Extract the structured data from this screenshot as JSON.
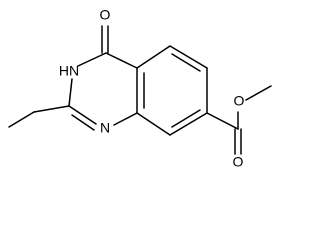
{
  "diagram": {
    "atom_labels": {
      "ketone_oxygen": "O",
      "ring_nh": "HN",
      "ring_n": "N",
      "ester_carbonyl_oxygen": "O",
      "ester_ether_oxygen": "O"
    },
    "colors": {
      "bond": "#000000",
      "text": "#000000",
      "background": "#ffffff"
    }
  }
}
